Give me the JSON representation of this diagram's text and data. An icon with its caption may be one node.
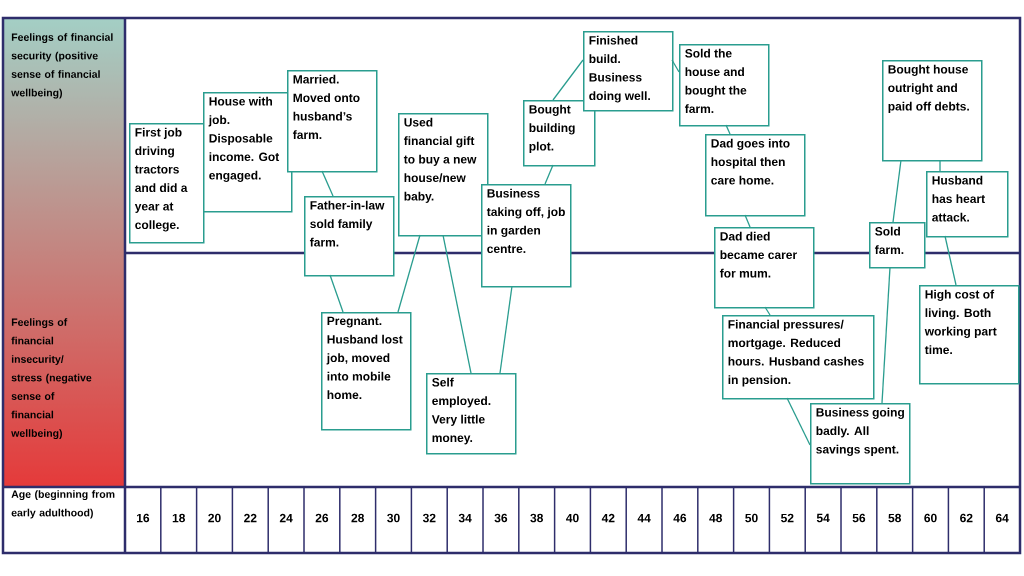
{
  "diagram": {
    "nodes": [
      {
        "text": [
          "First job driving tractors and did a year at college."
        ]
      },
      {
        "text": [
          "House with job. Disposable income. Got engaged."
        ]
      },
      {
        "text": [
          "Married. Moved onto husband’s farm."
        ]
      },
      {
        "text": [
          "Father-in-law sold family farm."
        ]
      },
      {
        "text": [
          "Used financial gift to buy a new house/new baby."
        ]
      },
      {
        "text": [
          "Pregnant. Husband lost job, moved into mobile home."
        ]
      },
      {
        "text": [
          "Bought building plot."
        ]
      },
      {
        "text": [
          "Business taking off, job in garden centre."
        ]
      },
      {
        "text": [
          "Finished build. Business doing well."
        ]
      },
      {
        "text": [
          "Self employed. Very little money."
        ]
      },
      {
        "text": [
          "Sold the house and bought the farm."
        ]
      },
      {
        "text": [
          "Dad goes into hospital then care home."
        ]
      },
      {
        "text": [
          "Dad died became carer for mum."
        ]
      },
      {
        "text": [
          "Financial pressures/ mortgage. Reduced hours. Husband cashes in pension."
        ]
      },
      {
        "text": [
          "Business going badly. All savings spent."
        ]
      },
      {
        "text": [
          "Sold farm."
        ]
      },
      {
        "text": [
          "Bought house outright and paid off debts."
        ]
      },
      {
        "text": [
          "Husband has heart attack."
        ]
      },
      {
        "text": [
          "High cost of living. Both working part time."
        ]
      }
    ],
    "edges": [
      {
        "from": 2,
        "to": 3,
        "arrow": "none"
      },
      {
        "from": 3,
        "to": 5,
        "arrow": "none"
      },
      {
        "from": 5,
        "to": 4,
        "arrow": "none"
      },
      {
        "from": 4,
        "to": 9,
        "arrow": "none"
      },
      {
        "from": 9,
        "to": 7,
        "arrow": "none"
      },
      {
        "from": 7,
        "to": 6,
        "arrow": "none"
      },
      {
        "from": 6,
        "to": 8,
        "arrow": "none"
      },
      {
        "from": 8,
        "to": 10,
        "arrow": "none"
      },
      {
        "from": 10,
        "to": 11,
        "arrow": "none"
      },
      {
        "from": 11,
        "to": 12,
        "arrow": "none"
      },
      {
        "from": 12,
        "to": 13,
        "arrow": "none"
      },
      {
        "from": 13,
        "to": 14,
        "arrow": "none"
      },
      {
        "from": 14,
        "to": 15,
        "arrow": "none"
      },
      {
        "from": 15,
        "to": 16,
        "arrow": "none"
      },
      {
        "from": 16,
        "to": 17,
        "arrow": "none"
      },
      {
        "from": 17,
        "to": 18,
        "arrow": "none"
      }
    ],
    "labels": [
      "Feelings of financial security (positive sense of financial wellbeing)",
      "Feelings of financial insecurity/ stress (negative sense of financial wellbeing)",
      "Age (beginning from early adulthood)",
      "16",
      "18",
      "20",
      "22",
      "24",
      "26",
      "28",
      "30",
      "32",
      "34",
      "36",
      "38",
      "40",
      "42",
      "44",
      "46",
      "48",
      "50",
      "52",
      "54",
      "56",
      "58",
      "60",
      "62",
      "64"
    ]
  }
}
